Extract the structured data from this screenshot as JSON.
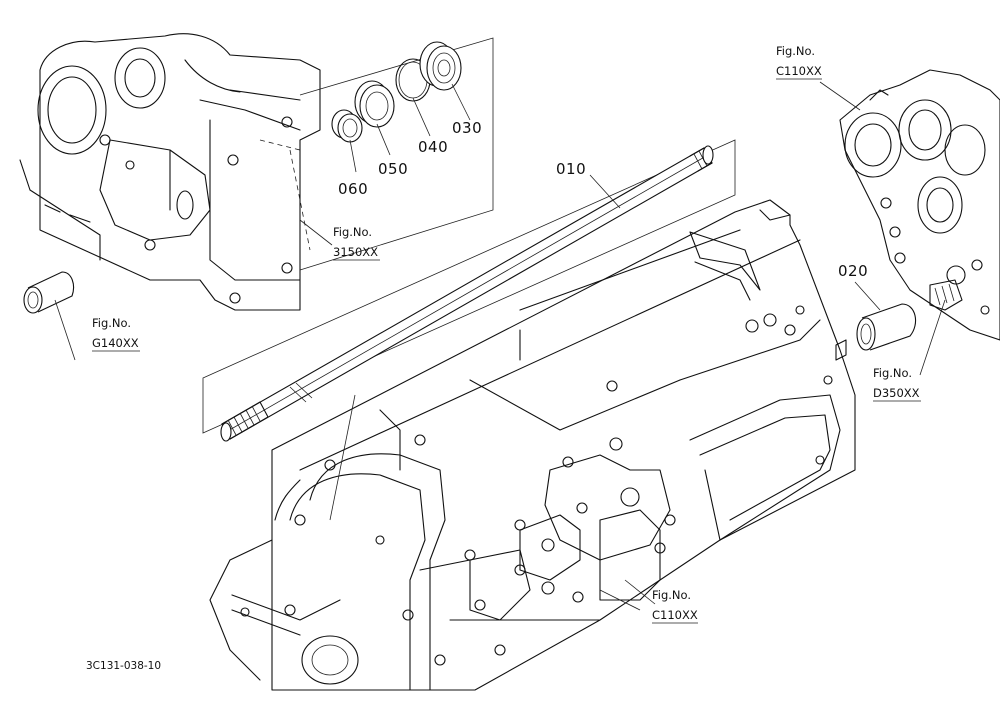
{
  "parts": [
    {
      "no": "010"
    },
    {
      "no": "020"
    },
    {
      "no": "030"
    },
    {
      "no": "040"
    },
    {
      "no": "050"
    },
    {
      "no": "060"
    }
  ],
  "figrefs": [
    {
      "label": "Fig.No.",
      "code": "C110XX"
    },
    {
      "label": "Fig.No.",
      "code": "3150XX"
    },
    {
      "label": "Fig.No.",
      "code": "G140XX"
    },
    {
      "label": "Fig.No.",
      "code": "D350XX"
    },
    {
      "label": "Fig.No.",
      "code": "C110XX"
    }
  ],
  "drawing_id": "3C131-038-10"
}
